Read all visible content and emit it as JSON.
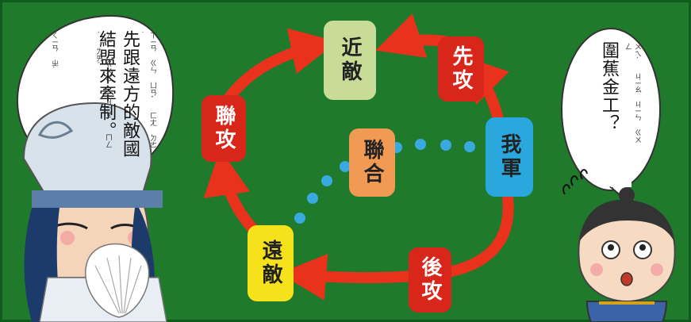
{
  "colors": {
    "board": "#1f7a2c",
    "board_edge": "#0f5a1c",
    "arrow": "#e8321b",
    "dots": "#39a9e0",
    "box_near": "#c9dc97",
    "box_red": "#d8261a",
    "box_self": "#2aa7dc",
    "box_ally": "#f19a54",
    "box_far": "#f5e21a"
  },
  "boxes": {
    "near_enemy": "近敵",
    "attack_first": "先攻",
    "ally_attack": "聯攻",
    "alliance": "聯合",
    "our_army": "我軍",
    "far_enemy": "遠敵",
    "attack_later": "後攻"
  },
  "left_bubble": {
    "text": "先跟遠方的敵國結盟來牽制。",
    "zhuyin_col1": "ㄒㄧㄢ ㄍㄣ ㄩㄢˇ ㄈㄤ ㄉㄜ˙",
    "zhuyin_col2": "ㄉㄧˊ ㄍㄨㄛˊ ㄐㄧㄝˊ ㄇㄥˊ ㄌㄞˊ",
    "zhuyin_col3": "ㄑㄧㄢ ㄓˋ"
  },
  "right_bubble": {
    "text": "圍蕉金工？",
    "zhuyin": "ㄨㄟˊ ㄐㄧㄠ ㄐㄧㄣ ㄍㄨㄥ"
  },
  "icons": [
    "strategist-character",
    "soldier-character",
    "feather-fan-icon",
    "sweat-marks-icon"
  ]
}
